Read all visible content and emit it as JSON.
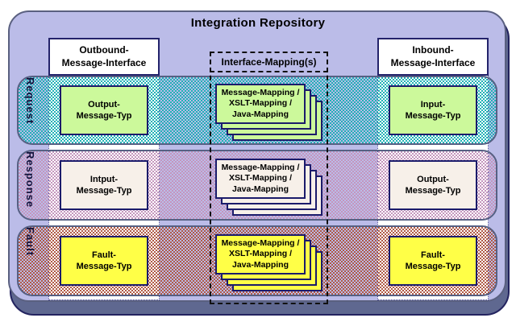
{
  "title": "Integration Repository",
  "palette": {
    "page_bg": "#ffffff",
    "repository_bg": "#bbbce8",
    "shadow_plate": "#5f6890",
    "box_border_navy": "#1b1b6b",
    "band_border_slate": "#566083",
    "dashed_border": "#111111",
    "text": "#000000"
  },
  "columns": {
    "outbound": {
      "line1": "Outbound-",
      "line2": "Message-Interface"
    },
    "mapping": {
      "label": "Interface-Mapping(s)"
    },
    "inbound": {
      "line1": "Inbound-",
      "line2": "Message-Interface"
    }
  },
  "mapping_card": {
    "line1": "Message-Mapping /",
    "line2": "XSLT-Mapping /",
    "line3": "Java-Mapping"
  },
  "rows": [
    {
      "label": "Request",
      "checker": "#20b2b6",
      "box_fill": "#ccf99b",
      "left": {
        "line1": "Output-",
        "line2": "Message-Typ"
      },
      "right": {
        "line1": "Input-",
        "line2": "Message-Typ"
      }
    },
    {
      "label": "Response",
      "checker": "#c495bd",
      "box_fill": "#f7f0e9",
      "left": {
        "line1": "Intput-",
        "line2": "Message-Typ"
      },
      "right": {
        "line1": "Output-",
        "line2": "Message-Typ"
      }
    },
    {
      "label": "Fault",
      "checker": "#b05a46",
      "box_fill": "#ffff47",
      "left": {
        "line1": "Fault-",
        "line2": "Message-Typ"
      },
      "right": {
        "line1": "Fault-",
        "line2": "Message-Typ"
      }
    }
  ]
}
